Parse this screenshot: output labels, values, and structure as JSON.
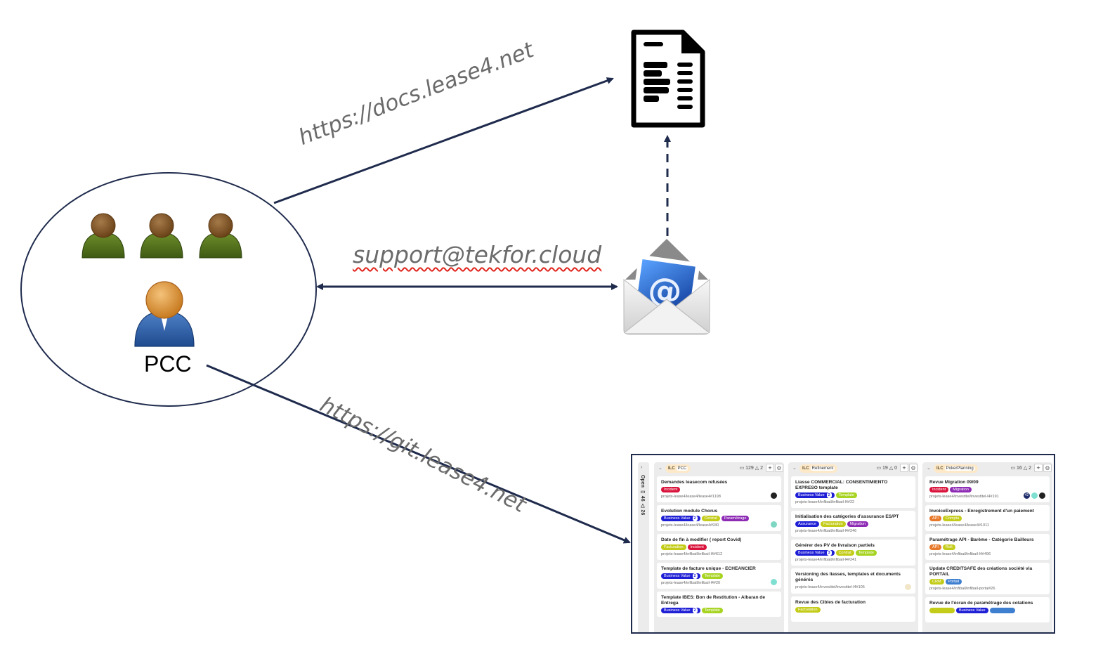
{
  "diagram": {
    "actors": {
      "group_label": "PCC",
      "team_members": 3
    },
    "connections": [
      {
        "label": "https://docs.lease4.net",
        "from": "PCC",
        "to": "documentation",
        "direction": "one-way"
      },
      {
        "label": "support@tekfor.cloud",
        "from": "PCC",
        "to": "email",
        "direction": "two-way",
        "spellcheck_underline": true
      },
      {
        "label": "https://git.lease4.net",
        "from": "PCC",
        "to": "issue-board",
        "direction": "one-way"
      },
      {
        "label": "",
        "from": "email",
        "to": "documentation",
        "direction": "one-way",
        "style": "dashed"
      }
    ],
    "nodes": {
      "documentation": "document-icon",
      "email": "envelope-at-icon",
      "issue_board": "kanban-board-screenshot"
    },
    "colors": {
      "arrow": "#1f2b4d",
      "label_text": "#6b6b6b",
      "spellcheck": "#e0241b"
    }
  },
  "board": {
    "collapsed_column": {
      "chevron": "›",
      "label": "Open",
      "issues": "46",
      "weight": "26"
    },
    "columns": [
      {
        "scope": "ILC",
        "name": "PCC",
        "issues": "129",
        "weight": "2",
        "cards": [
          {
            "title": "Demandes leasecom refusées",
            "labels": [
              {
                "text": "Incident",
                "color": "#d9133b"
              }
            ],
            "ref": "projets-lease4/lease4/lease4#1198",
            "avatars": [
              "#222222"
            ]
          },
          {
            "title": "Evolution module Chorus",
            "labels": [
              {
                "text": "Business Value",
                "color": "#1f1fd6",
                "score": "2"
              },
              {
                "text": "Contrat",
                "color": "#c4cc1a"
              },
              {
                "text": "Paramétrage",
                "color": "#8e2bb5"
              }
            ],
            "ref": "projets-lease4/lease4/lease4#930",
            "avatars": [
              "#7fd6c2"
            ]
          },
          {
            "title": "Date de fin à modifier ( report Covid)",
            "labels": [
              {
                "text": "Facturation",
                "color": "#c4cc1a"
              },
              {
                "text": "Incident",
                "color": "#d9133b"
              }
            ],
            "ref": "projets-lease4/infibail/infibail-l4#612",
            "avatars": []
          },
          {
            "title": "Template de facture unique - ECHEANCIER",
            "labels": [
              {
                "text": "Business Value",
                "color": "#1f1fd6",
                "score": "2"
              },
              {
                "text": "Template",
                "color": "#a7d321"
              }
            ],
            "ref": "projets-lease4/infibail/infibail-l4#20",
            "avatars": [
              "#7fe0d2"
            ]
          },
          {
            "title": "Template IBES: Bon de Restitution - Albaran de Entrega",
            "labels": [
              {
                "text": "Business Value",
                "color": "#1f1fd6",
                "score": "2"
              },
              {
                "text": "Template",
                "color": "#a7d321"
              }
            ],
            "ref": "",
            "avatars": []
          }
        ]
      },
      {
        "scope": "ILC",
        "name": "Refinement",
        "issues": "19",
        "weight": "0",
        "cards": [
          {
            "title": "Liasse COMMERCIAL: CONSENTIMIENTO EXPRESO template",
            "labels": [
              {
                "text": "Business Value",
                "color": "#1f1fd6",
                "score": "2"
              },
              {
                "text": "Template",
                "color": "#a7d321"
              }
            ],
            "ref": "projets-lease4/infibail/infibail-l4#22",
            "avatars": []
          },
          {
            "title": "Initialisation des catégories d'assurance ES/PT",
            "labels": [
              {
                "text": "Assurance",
                "color": "#1f1fd6"
              },
              {
                "text": "Facturation",
                "color": "#c4cc1a"
              },
              {
                "text": "Migration",
                "color": "#8e2bb5"
              }
            ],
            "ref": "projets-lease4/infibail/infibail-l4#246",
            "avatars": []
          },
          {
            "title": "Générer des PV de livraison partiels",
            "labels": [
              {
                "text": "Business Value",
                "color": "#1f1fd6",
                "score": "3"
              },
              {
                "text": "Contrat",
                "color": "#c4cc1a"
              },
              {
                "text": "Template",
                "color": "#a7d321"
              }
            ],
            "ref": "projets-lease4/infibail/infibail-l4#241",
            "avatars": []
          },
          {
            "title": "Versioning des liasses, templates et documents générés",
            "labels": [],
            "ref": "projets-lease4/investitel/investitel-l4#105",
            "avatars": [
              "#f1e6c8"
            ]
          },
          {
            "title": "Revue des Cibles de facturation",
            "labels": [
              {
                "text": "Facturation",
                "color": "#c4cc1a"
              }
            ],
            "ref": "",
            "avatars": []
          }
        ]
      },
      {
        "scope": "ILC",
        "name": "PokerPlanning",
        "issues": "16",
        "weight": "2",
        "cards": [
          {
            "title": "Revue Migration 09/09",
            "labels": [
              {
                "text": "Incident",
                "color": "#d9133b"
              },
              {
                "text": "Migration",
                "color": "#8e2bb5"
              }
            ],
            "ref": "projets-lease4/investitel/investitel-l4#191",
            "avatars": [
              "#1d2b6b",
              "#7fe0d2",
              "#222222"
            ],
            "avatar_text": "42"
          },
          {
            "title": "InvoiceExpress - Enregistrement d'un paiement",
            "labels": [
              {
                "text": "API",
                "color": "#e8782a"
              },
              {
                "text": "Compta",
                "color": "#c4cc1a"
              }
            ],
            "ref": "projets-lease4/lease4/lease4#1011",
            "avatars": []
          },
          {
            "title": "Paramétrage API - Barème - Catégorie Bailleurs",
            "labels": [
              {
                "text": "API",
                "color": "#e8782a"
              },
              {
                "text": "Refi",
                "color": "#c4cc1a"
              }
            ],
            "ref": "projets-lease4/infibail/infibail-l4#496",
            "avatars": []
          },
          {
            "title": "Update CREDITSAFE des créations société via PORTAIL",
            "labels": [
              {
                "text": "CRM",
                "color": "#c4cc1a"
              },
              {
                "text": "Portail",
                "color": "#3f7fd0"
              }
            ],
            "ref": "projets-lease4/infibail/infibail-portal#26",
            "avatars": []
          },
          {
            "title": "Revue de l'écran de paramétrage des cotations",
            "labels": [
              {
                "text": "",
                "color": "#c4cc1a"
              },
              {
                "text": "Business Value",
                "color": "#1f1fd6"
              },
              {
                "text": "",
                "color": "#3f7fd0"
              }
            ],
            "ref": "",
            "avatars": []
          }
        ]
      }
    ]
  }
}
